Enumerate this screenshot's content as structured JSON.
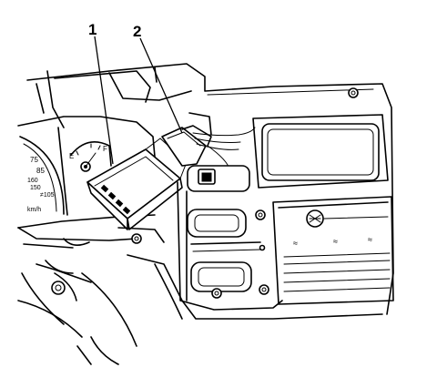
{
  "callouts": [
    {
      "label": "1"
    },
    {
      "label": "2"
    }
  ],
  "gauge_text": {
    "fuel_e": "E",
    "fuel_f": "F",
    "speed_75": "75",
    "speed_85": "85",
    "speed_150": "150",
    "speed_160": "160",
    "speed_105": "≠105",
    "unit": "km/h"
  }
}
